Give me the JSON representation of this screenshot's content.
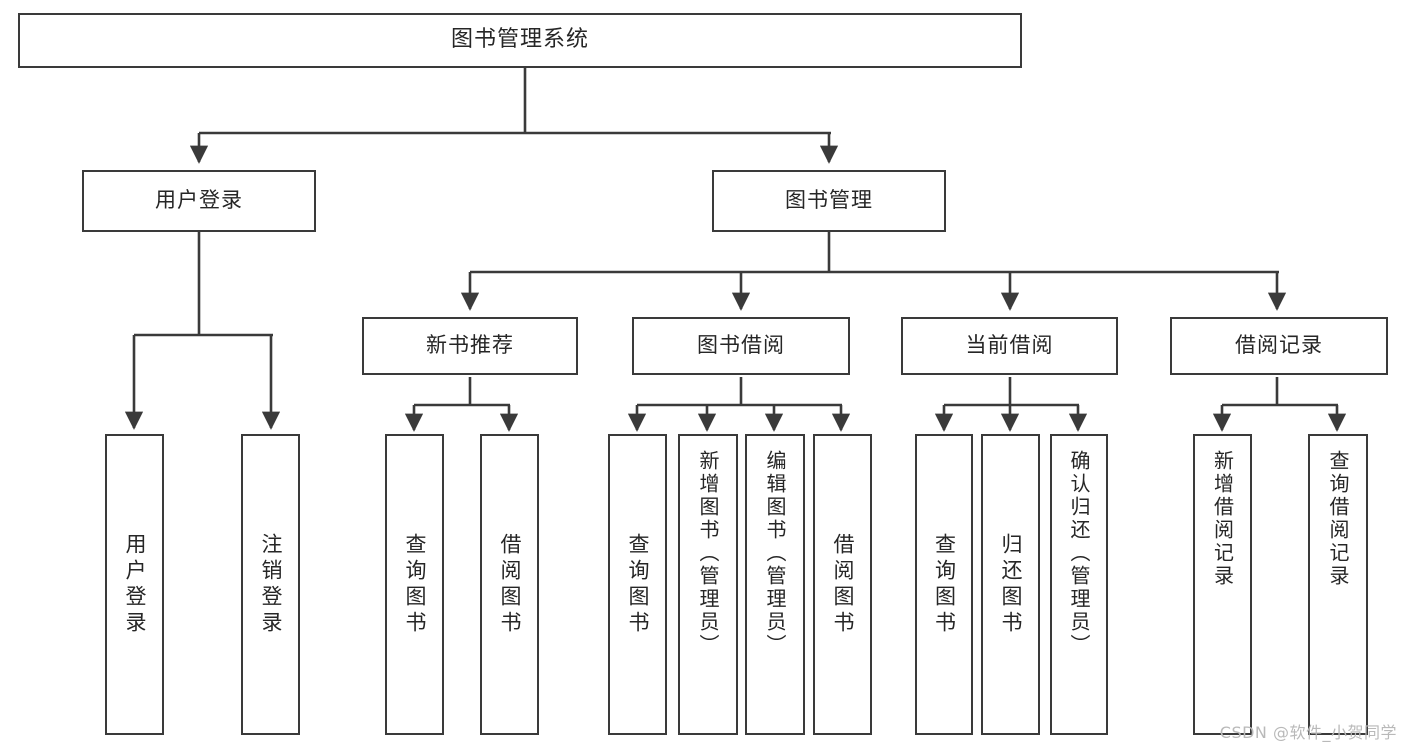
{
  "diagram": {
    "type": "hierarchy-tree",
    "title": "图书管理系统",
    "watermark": "CSDN @软件_小贺同学",
    "colors": {
      "background": "#ffffff",
      "box_border": "#3a3a3a",
      "line": "#3a3a3a",
      "text": "#262626",
      "watermark": "#b9b9b9"
    },
    "root": {
      "label": "图书管理系统"
    },
    "level1": [
      {
        "id": "user-login",
        "label": "用户登录"
      },
      {
        "id": "book-manage",
        "label": "图书管理"
      }
    ],
    "level2": [
      {
        "id": "new-book-rec",
        "label": "新书推荐",
        "parent": "book-manage"
      },
      {
        "id": "book-borrow",
        "label": "图书借阅",
        "parent": "book-manage"
      },
      {
        "id": "current-borrow",
        "label": "当前借阅",
        "parent": "book-manage"
      },
      {
        "id": "borrow-record",
        "label": "借阅记录",
        "parent": "book-manage"
      }
    ],
    "leaves": [
      {
        "id": "leaf-user-login",
        "label": "用户登录",
        "parent": "user-login"
      },
      {
        "id": "leaf-user-logout",
        "label": "注销登录",
        "parent": "user-login"
      },
      {
        "id": "leaf-query-book-rec",
        "label": "查询图书",
        "parent": "new-book-rec"
      },
      {
        "id": "leaf-borrow-book-rec",
        "label": "借阅图书",
        "parent": "new-book-rec"
      },
      {
        "id": "leaf-query-book-borrow",
        "label": "查询图书",
        "parent": "book-borrow"
      },
      {
        "id": "leaf-add-book",
        "label": "新增图书（管理员）",
        "parent": "book-borrow"
      },
      {
        "id": "leaf-edit-book",
        "label": "编辑图书（管理员）",
        "parent": "book-borrow"
      },
      {
        "id": "leaf-borrow-book",
        "label": "借阅图书",
        "parent": "book-borrow"
      },
      {
        "id": "leaf-query-book-current",
        "label": "查询图书",
        "parent": "current-borrow"
      },
      {
        "id": "leaf-return-book",
        "label": "归还图书",
        "parent": "current-borrow"
      },
      {
        "id": "leaf-confirm-return",
        "label": "确认归还（管理员）",
        "parent": "current-borrow"
      },
      {
        "id": "leaf-add-record",
        "label": "新增借阅记录",
        "parent": "borrow-record"
      },
      {
        "id": "leaf-query-record",
        "label": "查询借阅记录",
        "parent": "borrow-record"
      }
    ]
  }
}
